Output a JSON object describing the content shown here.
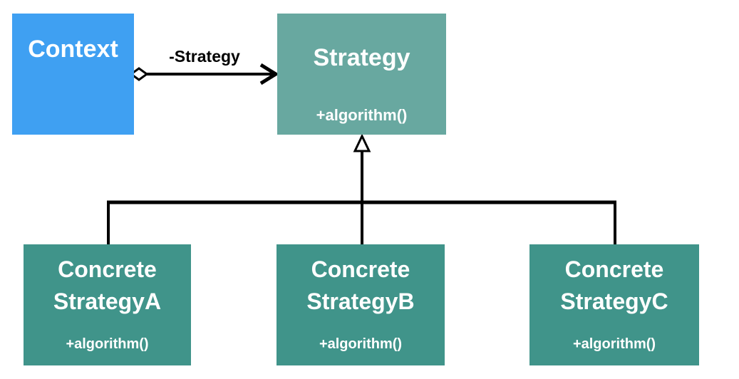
{
  "diagram": {
    "type": "uml-class-diagram",
    "nodes": {
      "context": {
        "label": "Context"
      },
      "strategy": {
        "label": "Strategy",
        "method": "+algorithm()"
      },
      "concrete_a": {
        "label_line1": "Concrete",
        "label_line2": "StrategyA",
        "method": "+algorithm()"
      },
      "concrete_b": {
        "label_line1": "Concrete",
        "label_line2": "StrategyB",
        "method": "+algorithm()"
      },
      "concrete_c": {
        "label_line1": "Concrete",
        "label_line2": "StrategyC",
        "method": "+algorithm()"
      }
    },
    "edges": {
      "aggregation": {
        "label": "-Strategy",
        "from": "Context",
        "to": "Strategy",
        "kind": "aggregation-arrow"
      },
      "generalization": {
        "from": [
          "ConcreteStrategyA",
          "ConcreteStrategyB",
          "ConcreteStrategyC"
        ],
        "to": "Strategy",
        "kind": "hollow-triangle-inheritance"
      }
    }
  },
  "colors": {
    "context_fill": "#3FA0F2",
    "interface_fill": "#68A8A0",
    "concrete_fill": "#40948A",
    "line_color": "#000000",
    "text_light": "#FFFFFF",
    "label_dark": "#000000"
  }
}
